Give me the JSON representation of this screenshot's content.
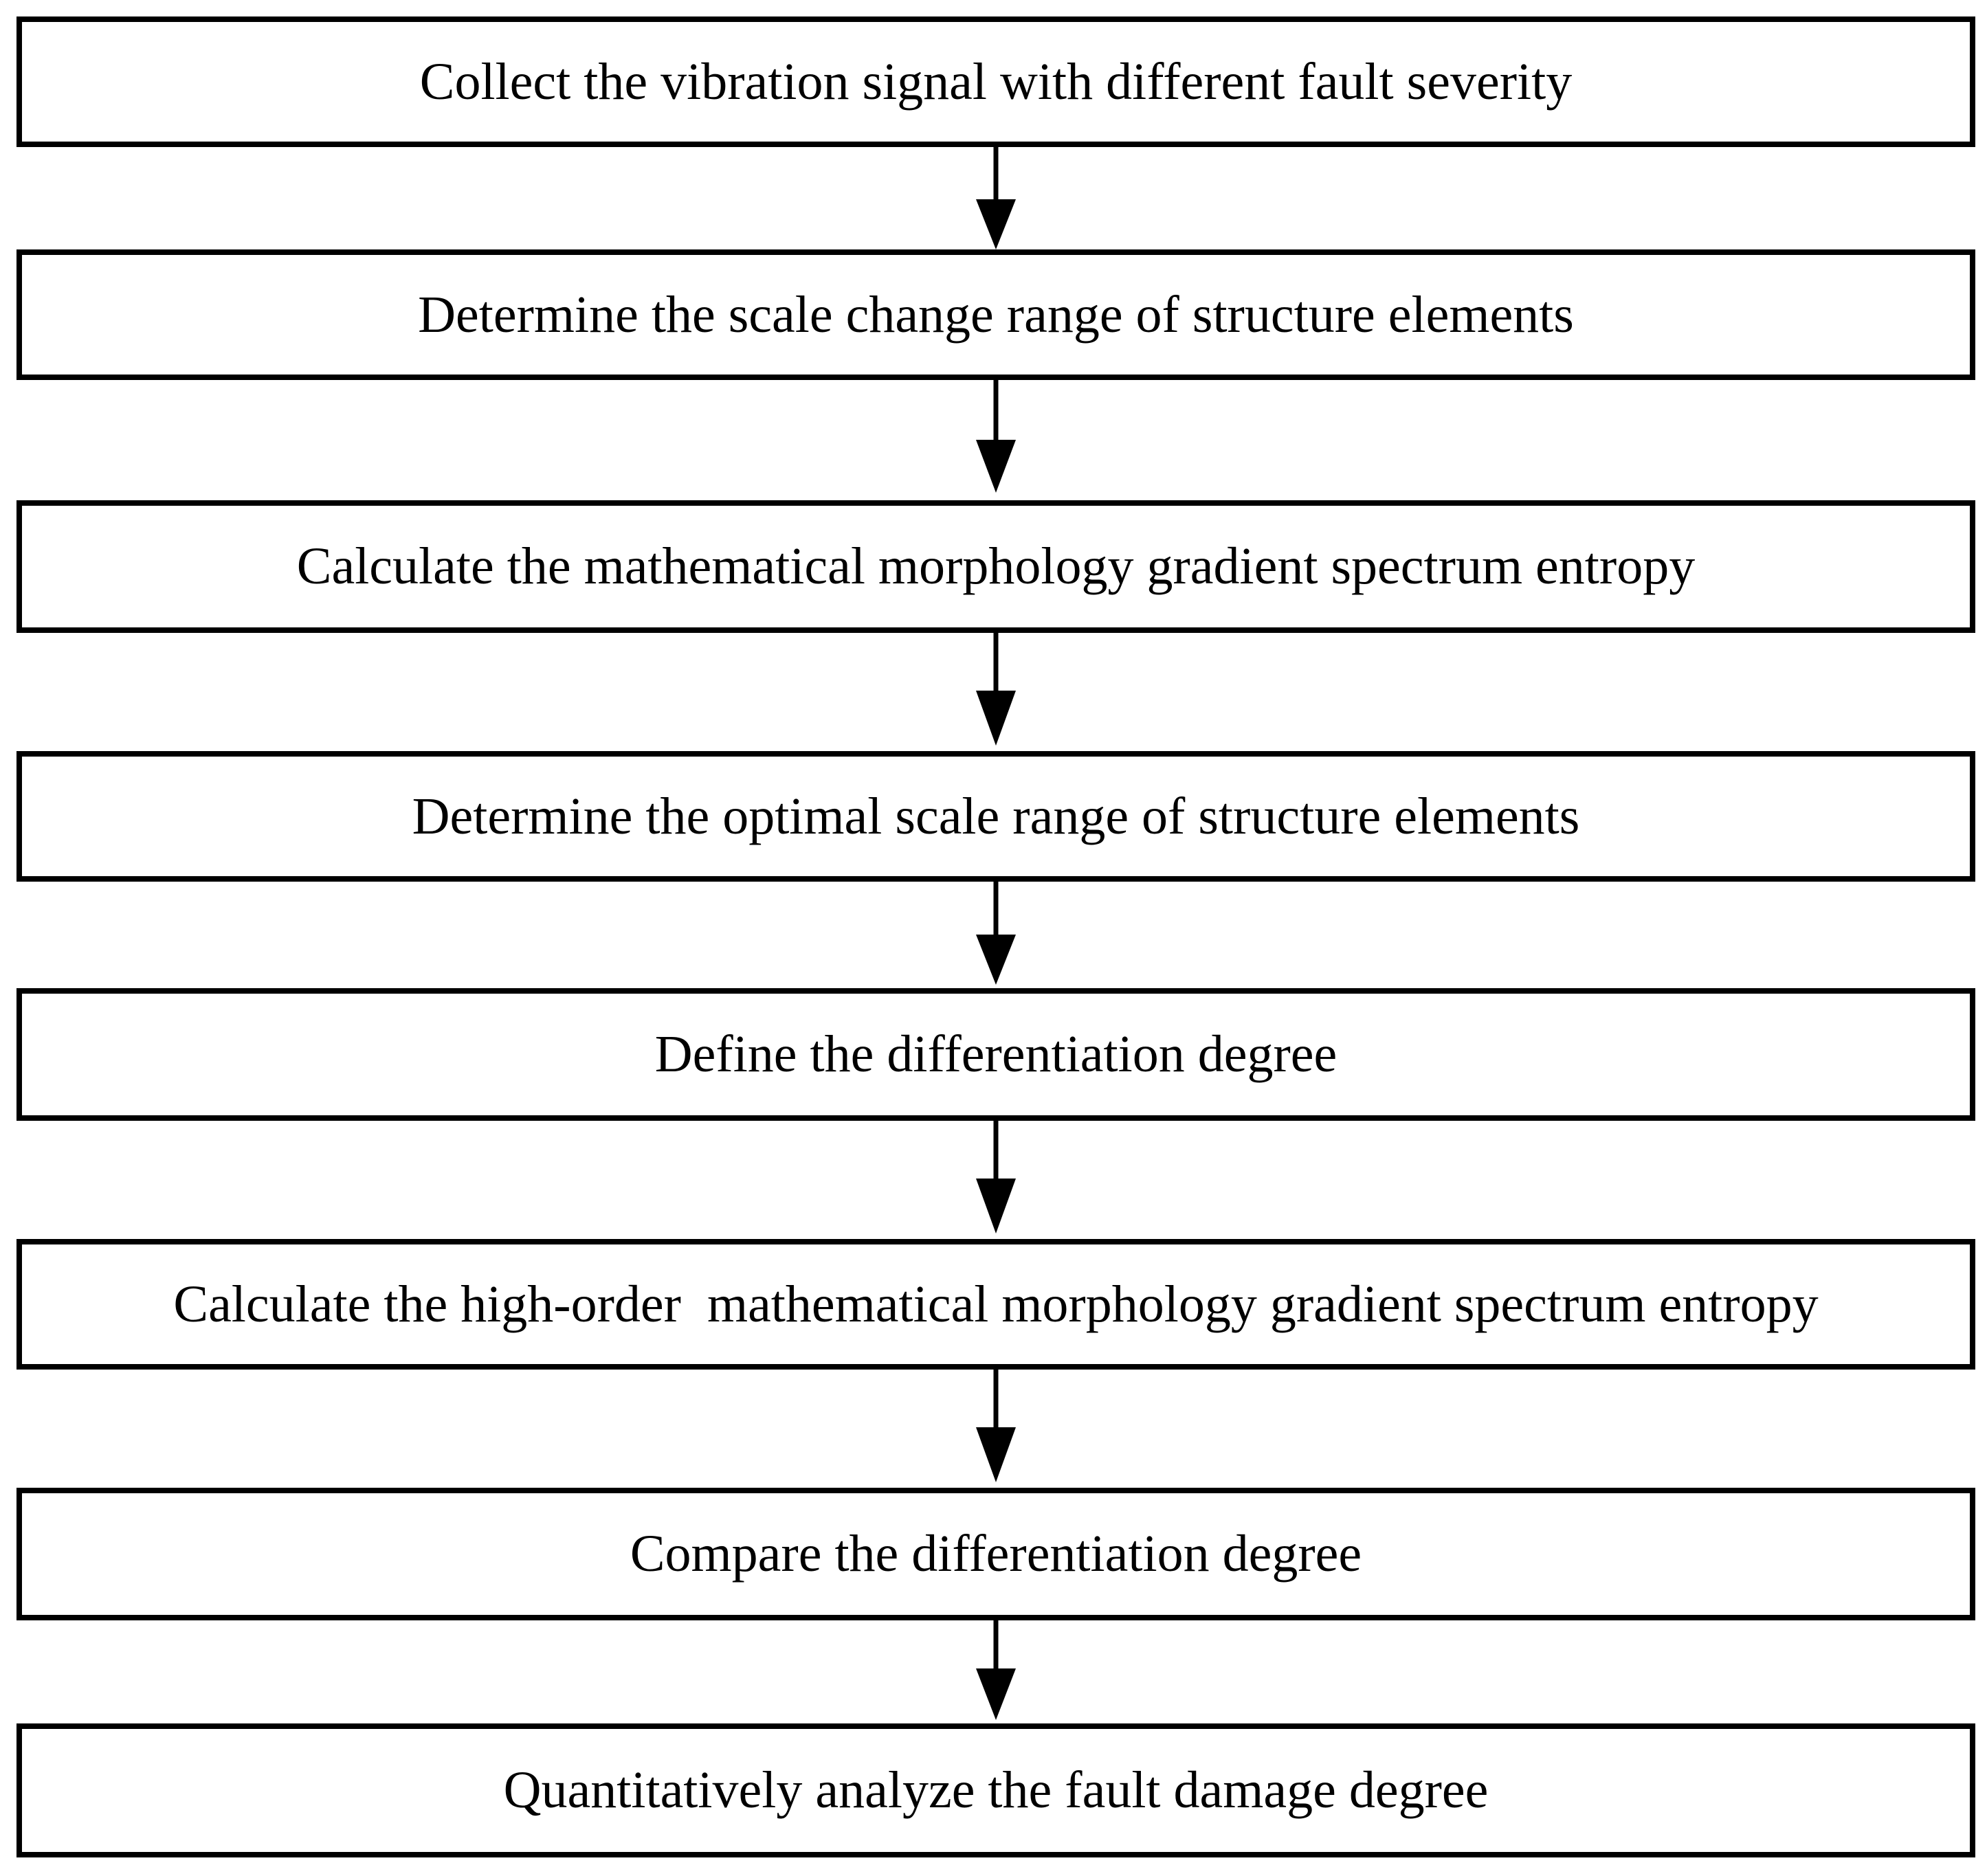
{
  "diagram": {
    "steps": [
      "Collect the vibration signal with different fault severity",
      "Determine the scale change range of structure elements",
      "Calculate the mathematical morphology gradient spectrum entropy",
      "Determine the optimal scale range of structure elements",
      "Define the differentiation degree",
      "Calculate the high-order  mathematical morphology gradient spectrum entropy",
      "Compare the differentiation degree",
      "Quantitatively analyze the fault damage degree"
    ],
    "colors": {
      "stroke": "#000000",
      "background": "#ffffff",
      "text": "#000000"
    }
  }
}
